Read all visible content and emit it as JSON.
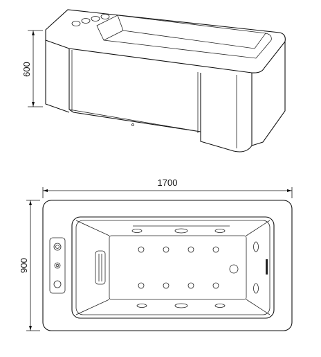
{
  "dimensions": {
    "height": "600",
    "length": "1700",
    "width": "900"
  },
  "views": [
    "perspective-view",
    "top-plan-view"
  ]
}
